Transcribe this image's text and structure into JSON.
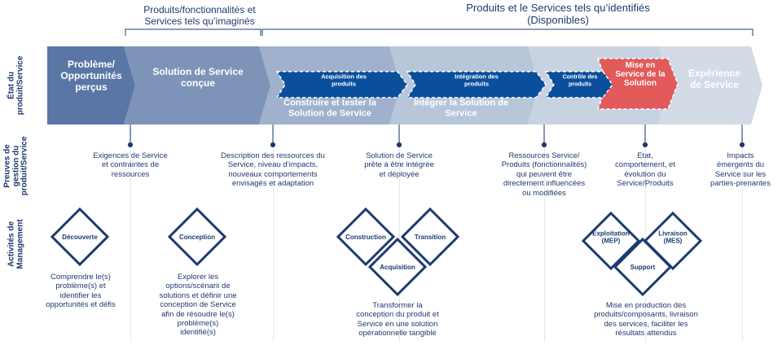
{
  "headers": {
    "imagined": "Produits/fonctionnalités et\nServices tels qu’imaginés",
    "identified": "Produits et le Services tels qu’identifiés\n(Disponibles)"
  },
  "row_labels": {
    "state": "État du\nproduit/Service",
    "evidence": "Preuves de\ngestion du\nproduit/Service",
    "activities": "Activités de\nManagement"
  },
  "stages": {
    "s1": "Problème/\nOpportunités\nperçus",
    "s2": "Solution de Service\nconçue",
    "s3": "Construire et tester la\nSolution de Service",
    "s4": "Intégrer la Solution de\nService",
    "s6": "Expérience\nde Service",
    "inner_acq": "Acquisition des\nproduits",
    "inner_int": "Intégration des\nproduits",
    "inner_ctrl": "Contrôle des\nproduits",
    "inner_mise": "Mise en\nService de la\nSolution"
  },
  "evidence": [
    "Exigences de Service\net contraintes de\nressources",
    "Description des ressources du\nService, niveau d’impacts,\nnouveaux comportements\nenvisagés et adaptation",
    "Solution de Service\nprête à être intégrée\net déployée",
    "Ressources Service/\nProduits (fonctionnalités)\nqui peuvent être\ndirectement influencées\nou modifiées",
    "Etat,\ncomportement, et\névolution du\nService/Produits",
    "Impacts\némergents du\nService sur les\nparties-prenantes"
  ],
  "activities": {
    "decouverte": "Découverte",
    "conception": "Conception",
    "construction": "Construction",
    "transition": "Transition",
    "acquisition": "Acquisition",
    "exploitation": "Exploitation\n(MEP)",
    "livraison": "Livraison\n(MES)",
    "support": "Support"
  },
  "activity_desc": [
    "Comprendre le(s)\nproblème(s) et\nidentifier les\nopportunités et défis",
    "Explorer les\noptions/scénarii de\nsolutions et définir une\nconception de Service\nafin de résoudre le(s)\nproblème(s)\nidentifié(s)",
    "Transformer la\nconception du produit et\nService en une solution\nopérationnelle tangible",
    "Mise en production des\nproduits/composants, livraison\ndes services, faciliter les\nrésultats attendus"
  ],
  "colors": {
    "navy": "#1d3a70",
    "stage1": "#5a76a6",
    "stage2": "#7d94b8",
    "stage3": "#9fb1cd",
    "stage4": "#b8c6da",
    "stage5": "#c8d3e2",
    "stage6": "#d3dbe7",
    "inner_blue": "#0a4f9c",
    "inner_red": "#e25a5a"
  }
}
